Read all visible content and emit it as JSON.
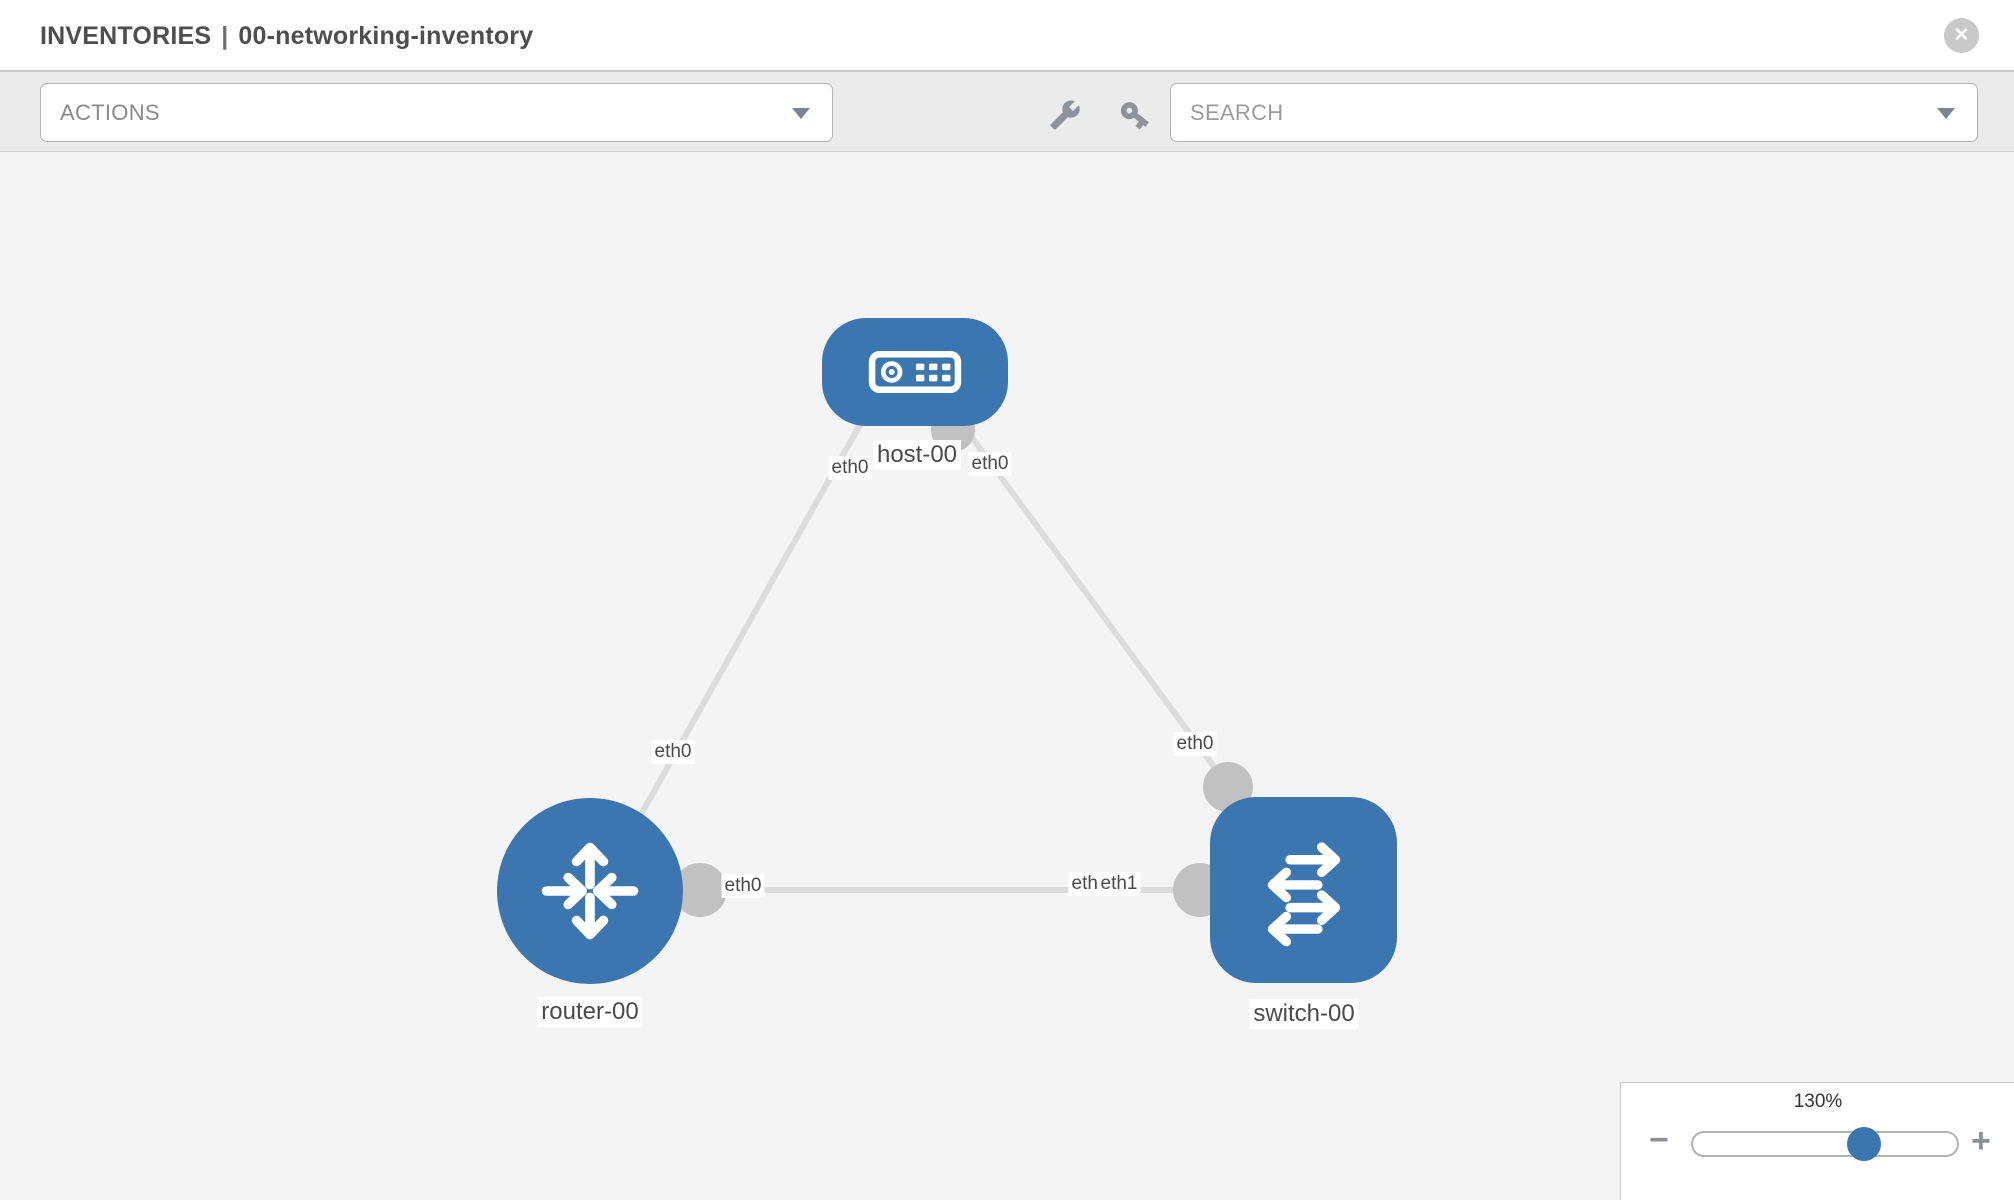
{
  "header": {
    "section": "INVENTORIES",
    "separator": "|",
    "inventory_name": "00-networking-inventory",
    "close_icon": "✕"
  },
  "toolbar": {
    "actions_label": "ACTIONS",
    "search_label": "SEARCH",
    "icons": [
      "wrench-icon",
      "key-icon"
    ]
  },
  "topology": {
    "nodes": {
      "host": {
        "label": "host-00",
        "type": "host"
      },
      "router": {
        "label": "router-00",
        "type": "router"
      },
      "switch": {
        "label": "switch-00",
        "type": "switch"
      }
    },
    "interfaces": {
      "host_left": "eth0",
      "host_right": "eth0",
      "host_router_mid": "eth0",
      "host_switch_mid": "eth0",
      "router_side": "eth0",
      "switch_side_under": "eth0",
      "switch_side_top": "eth1"
    },
    "links": [
      {
        "from": "host-00",
        "to": "router-00"
      },
      {
        "from": "host-00",
        "to": "switch-00"
      },
      {
        "from": "router-00",
        "to": "switch-00"
      }
    ]
  },
  "zoom_control": {
    "level": "130%",
    "minus_icon": "−",
    "plus_icon": "+"
  },
  "colors": {
    "node_blue": "#3b76b1",
    "connector_gray": "#c1c1c1",
    "link_gray": "#dcdcdc",
    "toolbar_gray": "#ebebeb",
    "canvas_gray": "#f4f4f4"
  }
}
